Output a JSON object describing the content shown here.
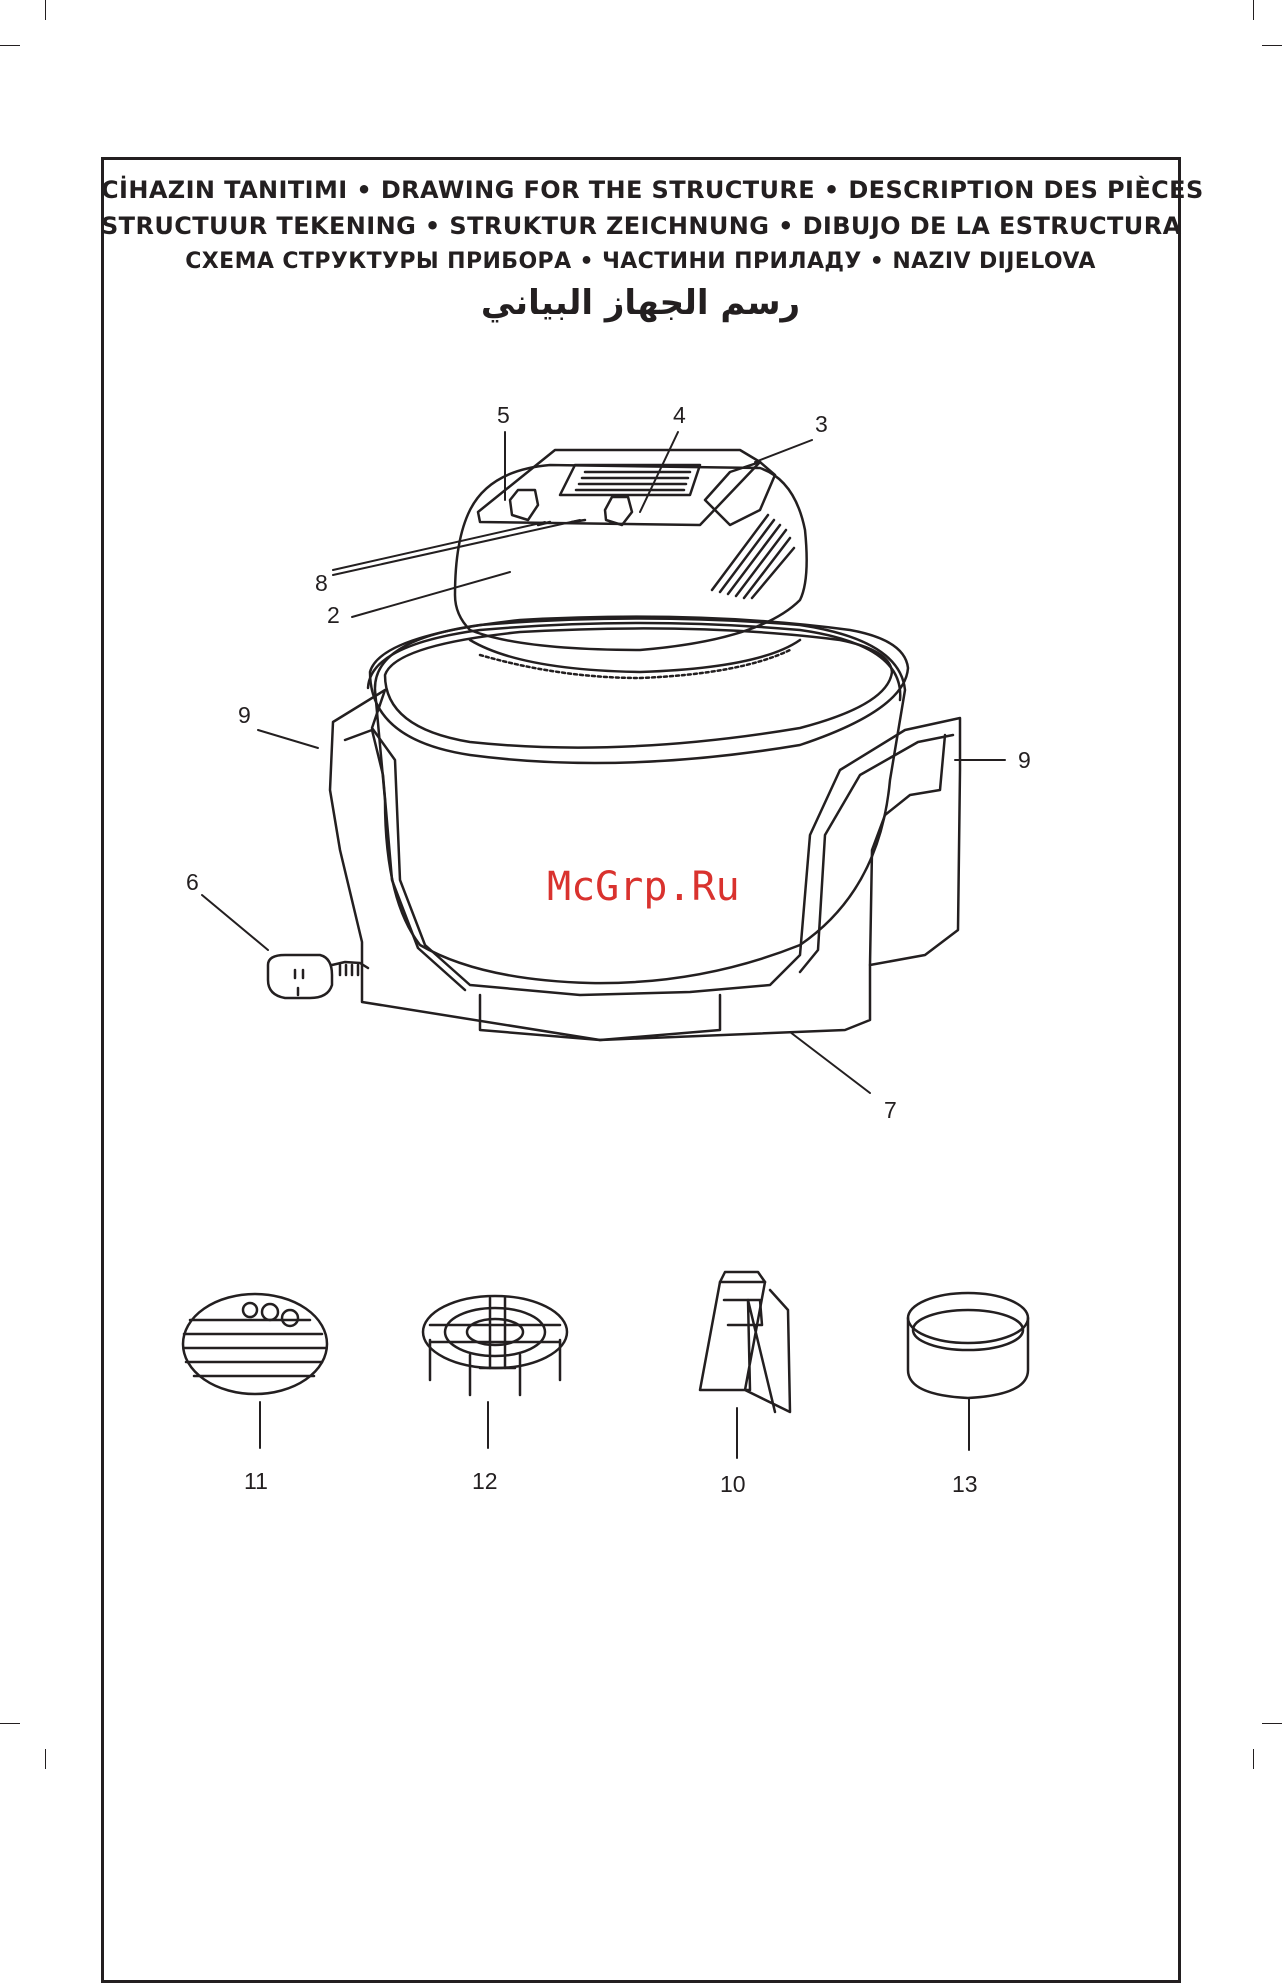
{
  "header": {
    "line1": "CİHAZIN TANITIMI • DRAWING FOR THE STRUCTURE • DESCRIPTION DES PIÈCES",
    "line2": "STRUCTUUR TEKENING • STRUKTUR ZEICHNUNG • DIBUJO DE LA ESTRUCTURA",
    "line3": "СХЕМА СТРУКТУРЫ ПРИБОРА • ЧАСТИНИ ПРИЛАДУ • NAZIV DIJELOVA",
    "line4": "رسم الجهاز البياني"
  },
  "callouts": {
    "c5": "5",
    "c4": "4",
    "c3": "3",
    "c8": "8",
    "c2": "2",
    "c9_left": "9",
    "c9_right": "9",
    "c6": "6",
    "c7": "7",
    "c11": "11",
    "c12": "12",
    "c10": "10",
    "c13": "13"
  },
  "watermark": "McGrp.Ru",
  "colors": {
    "ink": "#231f20",
    "watermark": "#d9322e",
    "background": "#ffffff"
  }
}
